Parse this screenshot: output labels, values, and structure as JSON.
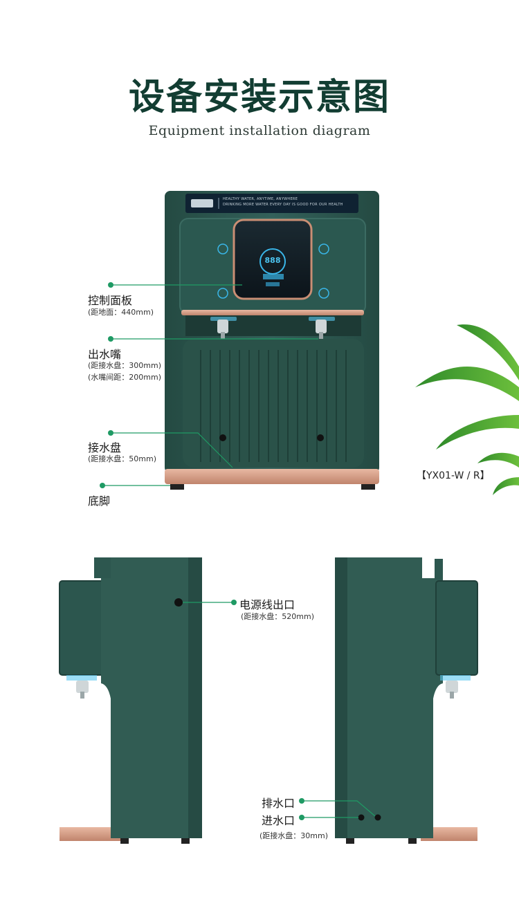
{
  "header": {
    "title": "设备安装示意图",
    "subtitle": "Equipment installation diagram"
  },
  "front_view": {
    "banner_text_1": "HEALTHY WATER, ANYTIME, ANYWHERE",
    "banner_text_2": "DRINKING MORE WATER EVERY DAY IS GOOD FOR OUR HEALTH",
    "display_value": "888",
    "model": "【YX01-W / R】",
    "labels": [
      {
        "name": "控制面板",
        "notes": [
          "(距地面：440mm)"
        ]
      },
      {
        "name": "出水嘴",
        "notes": [
          "(距接水盘：300mm)",
          "(水嘴间距：200mm)"
        ]
      },
      {
        "name": "接水盘",
        "notes": [
          "(距接水盘：50mm)"
        ]
      },
      {
        "name": "底脚",
        "notes": []
      }
    ]
  },
  "side_view": {
    "labels": [
      {
        "name": "电源线出口",
        "notes": [
          "(距接水盘：520mm)"
        ]
      },
      {
        "name": "排水口",
        "notes": []
      },
      {
        "name": "进水口",
        "notes": [
          "(距接水盘：30mm)"
        ]
      }
    ]
  },
  "colors": {
    "body": "#2f5a50",
    "body_dark": "#234840",
    "accent": "#1f9a64",
    "copper": "#d49a82",
    "title": "#123d32"
  }
}
